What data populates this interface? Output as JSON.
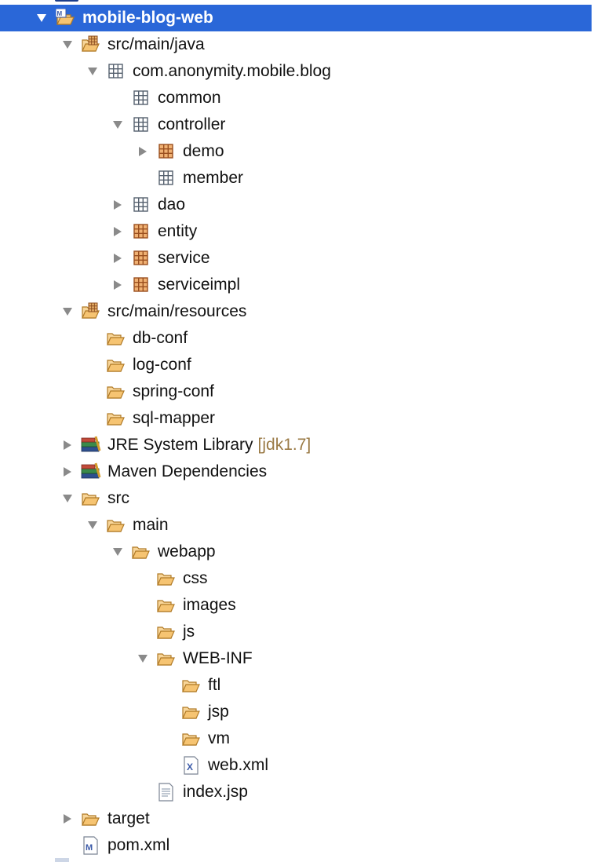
{
  "tree": {
    "project": {
      "label": "mobile-blog-web"
    },
    "src_main_java": {
      "label": "src/main/java"
    },
    "pkg_root": {
      "label": "com.anonymity.mobile.blog"
    },
    "pkg_common": {
      "label": "common"
    },
    "pkg_controller": {
      "label": "controller"
    },
    "pkg_demo": {
      "label": "demo"
    },
    "pkg_member": {
      "label": "member"
    },
    "pkg_dao": {
      "label": "dao"
    },
    "pkg_entity": {
      "label": "entity"
    },
    "pkg_service": {
      "label": "service"
    },
    "pkg_serviceimpl": {
      "label": "serviceimpl"
    },
    "src_main_resources": {
      "label": "src/main/resources"
    },
    "res_db_conf": {
      "label": "db-conf"
    },
    "res_log_conf": {
      "label": "log-conf"
    },
    "res_spring_conf": {
      "label": "spring-conf"
    },
    "res_sql_mapper": {
      "label": "sql-mapper"
    },
    "jre_library": {
      "label": "JRE System Library",
      "suffix": "[jdk1.7]"
    },
    "maven_deps": {
      "label": "Maven Dependencies"
    },
    "src": {
      "label": "src"
    },
    "main": {
      "label": "main"
    },
    "webapp": {
      "label": "webapp"
    },
    "css": {
      "label": "css"
    },
    "images": {
      "label": "images"
    },
    "js": {
      "label": "js"
    },
    "web_inf": {
      "label": "WEB-INF"
    },
    "ftl": {
      "label": "ftl"
    },
    "jsp": {
      "label": "jsp"
    },
    "vm": {
      "label": "vm"
    },
    "web_xml": {
      "label": "web.xml"
    },
    "index_jsp": {
      "label": "index.jsp"
    },
    "target": {
      "label": "target"
    },
    "pom_xml": {
      "label": "pom.xml"
    }
  },
  "colors": {
    "selection": "#2a67d8",
    "folder": "#f3c276",
    "package_plain": "#55606e",
    "package_filled": "#c8743a",
    "suffix": "#9a7a45"
  }
}
